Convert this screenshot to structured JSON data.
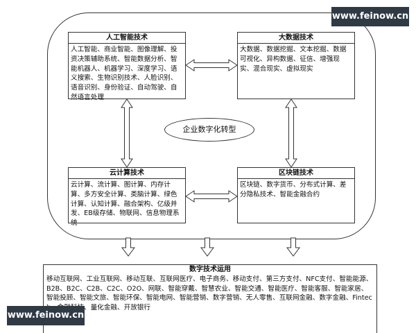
{
  "center": {
    "title": "企业数字化转型"
  },
  "ai": {
    "title": "人工智能技术",
    "body": "人工智能、商业智能、图像理解、投资决策辅助系统、智能数据分析、智能机器人、机器学习、深度学习、语义搜索、生物识别技术、人脸识别、语音识别、身份验证、自动驾驶、自然语言处理"
  },
  "bigdata": {
    "title": "大数据技术",
    "body": "大数据、数据挖掘、文本挖掘、数据可视化、异构数据、征信、增强现实、混合现实、虚拟现实"
  },
  "cloud": {
    "title": "云计算技术",
    "body": "云计算、流计算、图计算、内存计算、多方安全计算、类脑计算、绿色计算、认知计算、融合架构、亿级并发、EB级存储、物联网、信息物理系统"
  },
  "blockchain": {
    "title": "区块链技术",
    "body": "区块链、数字货币、分布式计算、差分隐私技术、智能金融合约"
  },
  "applications": {
    "title": "数字技术运用",
    "body": "移动互联网、工业互联网、移动互联、互联网医疗、电子商务、移动支付、第三方支付、NFC支付、智能能源、B2B、B2C、C2B、C2C、O2O、网联、智能穿戴、智慧农业、智能交通、智能医疗、智能客服、智能家居、智能投顾、智能文旅、智能环保、智能电网、智能营销、数字营销、无人零售、互联网金融、数字金融、Fintech、金融科技、量化金融、开放银行"
  },
  "watermarks": {
    "top": "www.feinow.cn",
    "bottom": "www.feinow.cn"
  }
}
